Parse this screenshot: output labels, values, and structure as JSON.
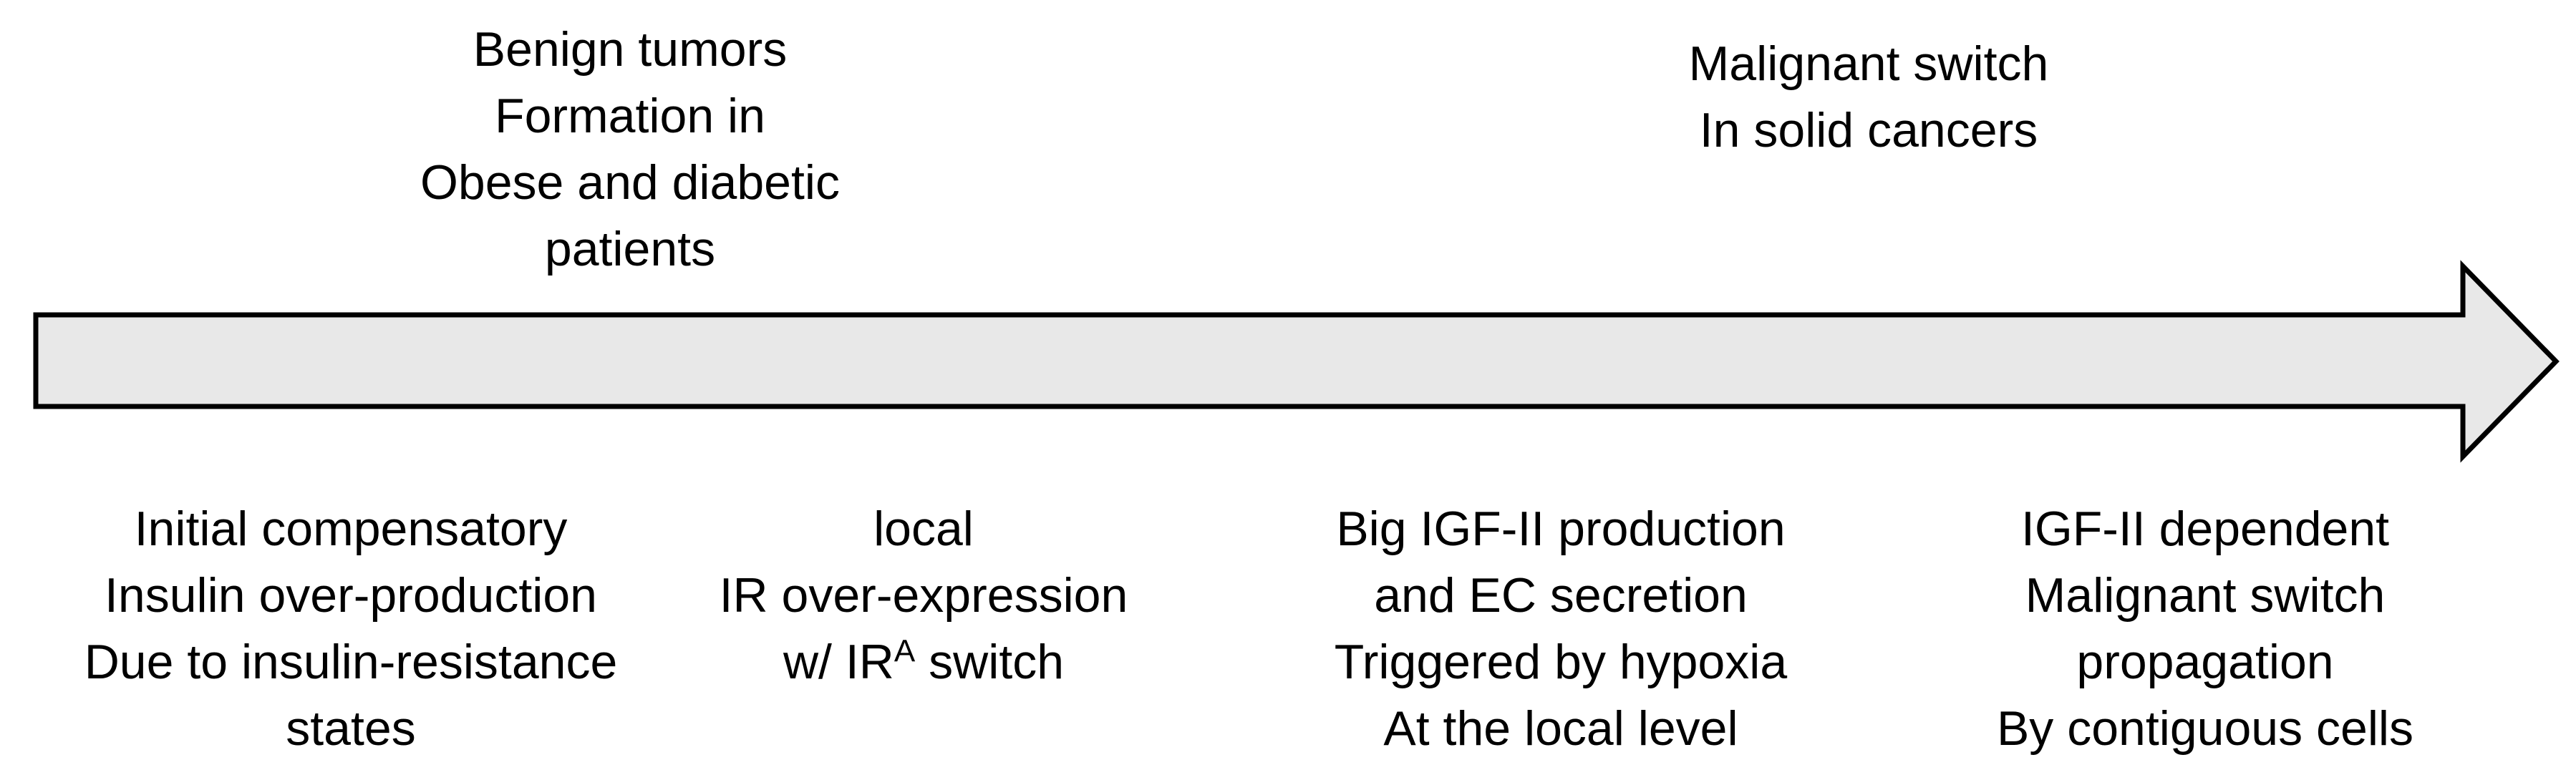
{
  "top_labels": [
    {
      "id": "benign",
      "lines": [
        "Benign tumors",
        "Formation in",
        "Obese and diabetic",
        "patients"
      ]
    },
    {
      "id": "malignant",
      "lines": [
        "Malignant switch",
        "In solid cancers"
      ]
    }
  ],
  "bottom_labels": [
    {
      "id": "stage1",
      "lines": [
        "Initial compensatory",
        "Insulin over-production",
        "Due to insulin-resistance",
        "states"
      ]
    },
    {
      "id": "stage2",
      "line1": "local",
      "line2": "IR over-expression",
      "line3_prefix": "w/ IR",
      "line3_sup": "A",
      "line3_suffix": " switch"
    },
    {
      "id": "stage3",
      "lines": [
        "Big IGF-II  production",
        "and EC secretion",
        "Triggered by hypoxia",
        "At the local level"
      ]
    },
    {
      "id": "stage4",
      "lines": [
        "IGF-II dependent",
        "Malignant switch",
        "propagation",
        "By contiguous cells"
      ]
    }
  ],
  "colors": {
    "arrow_fill": "#e8e8e8",
    "arrow_stroke": "#000000",
    "text": "#000000"
  }
}
